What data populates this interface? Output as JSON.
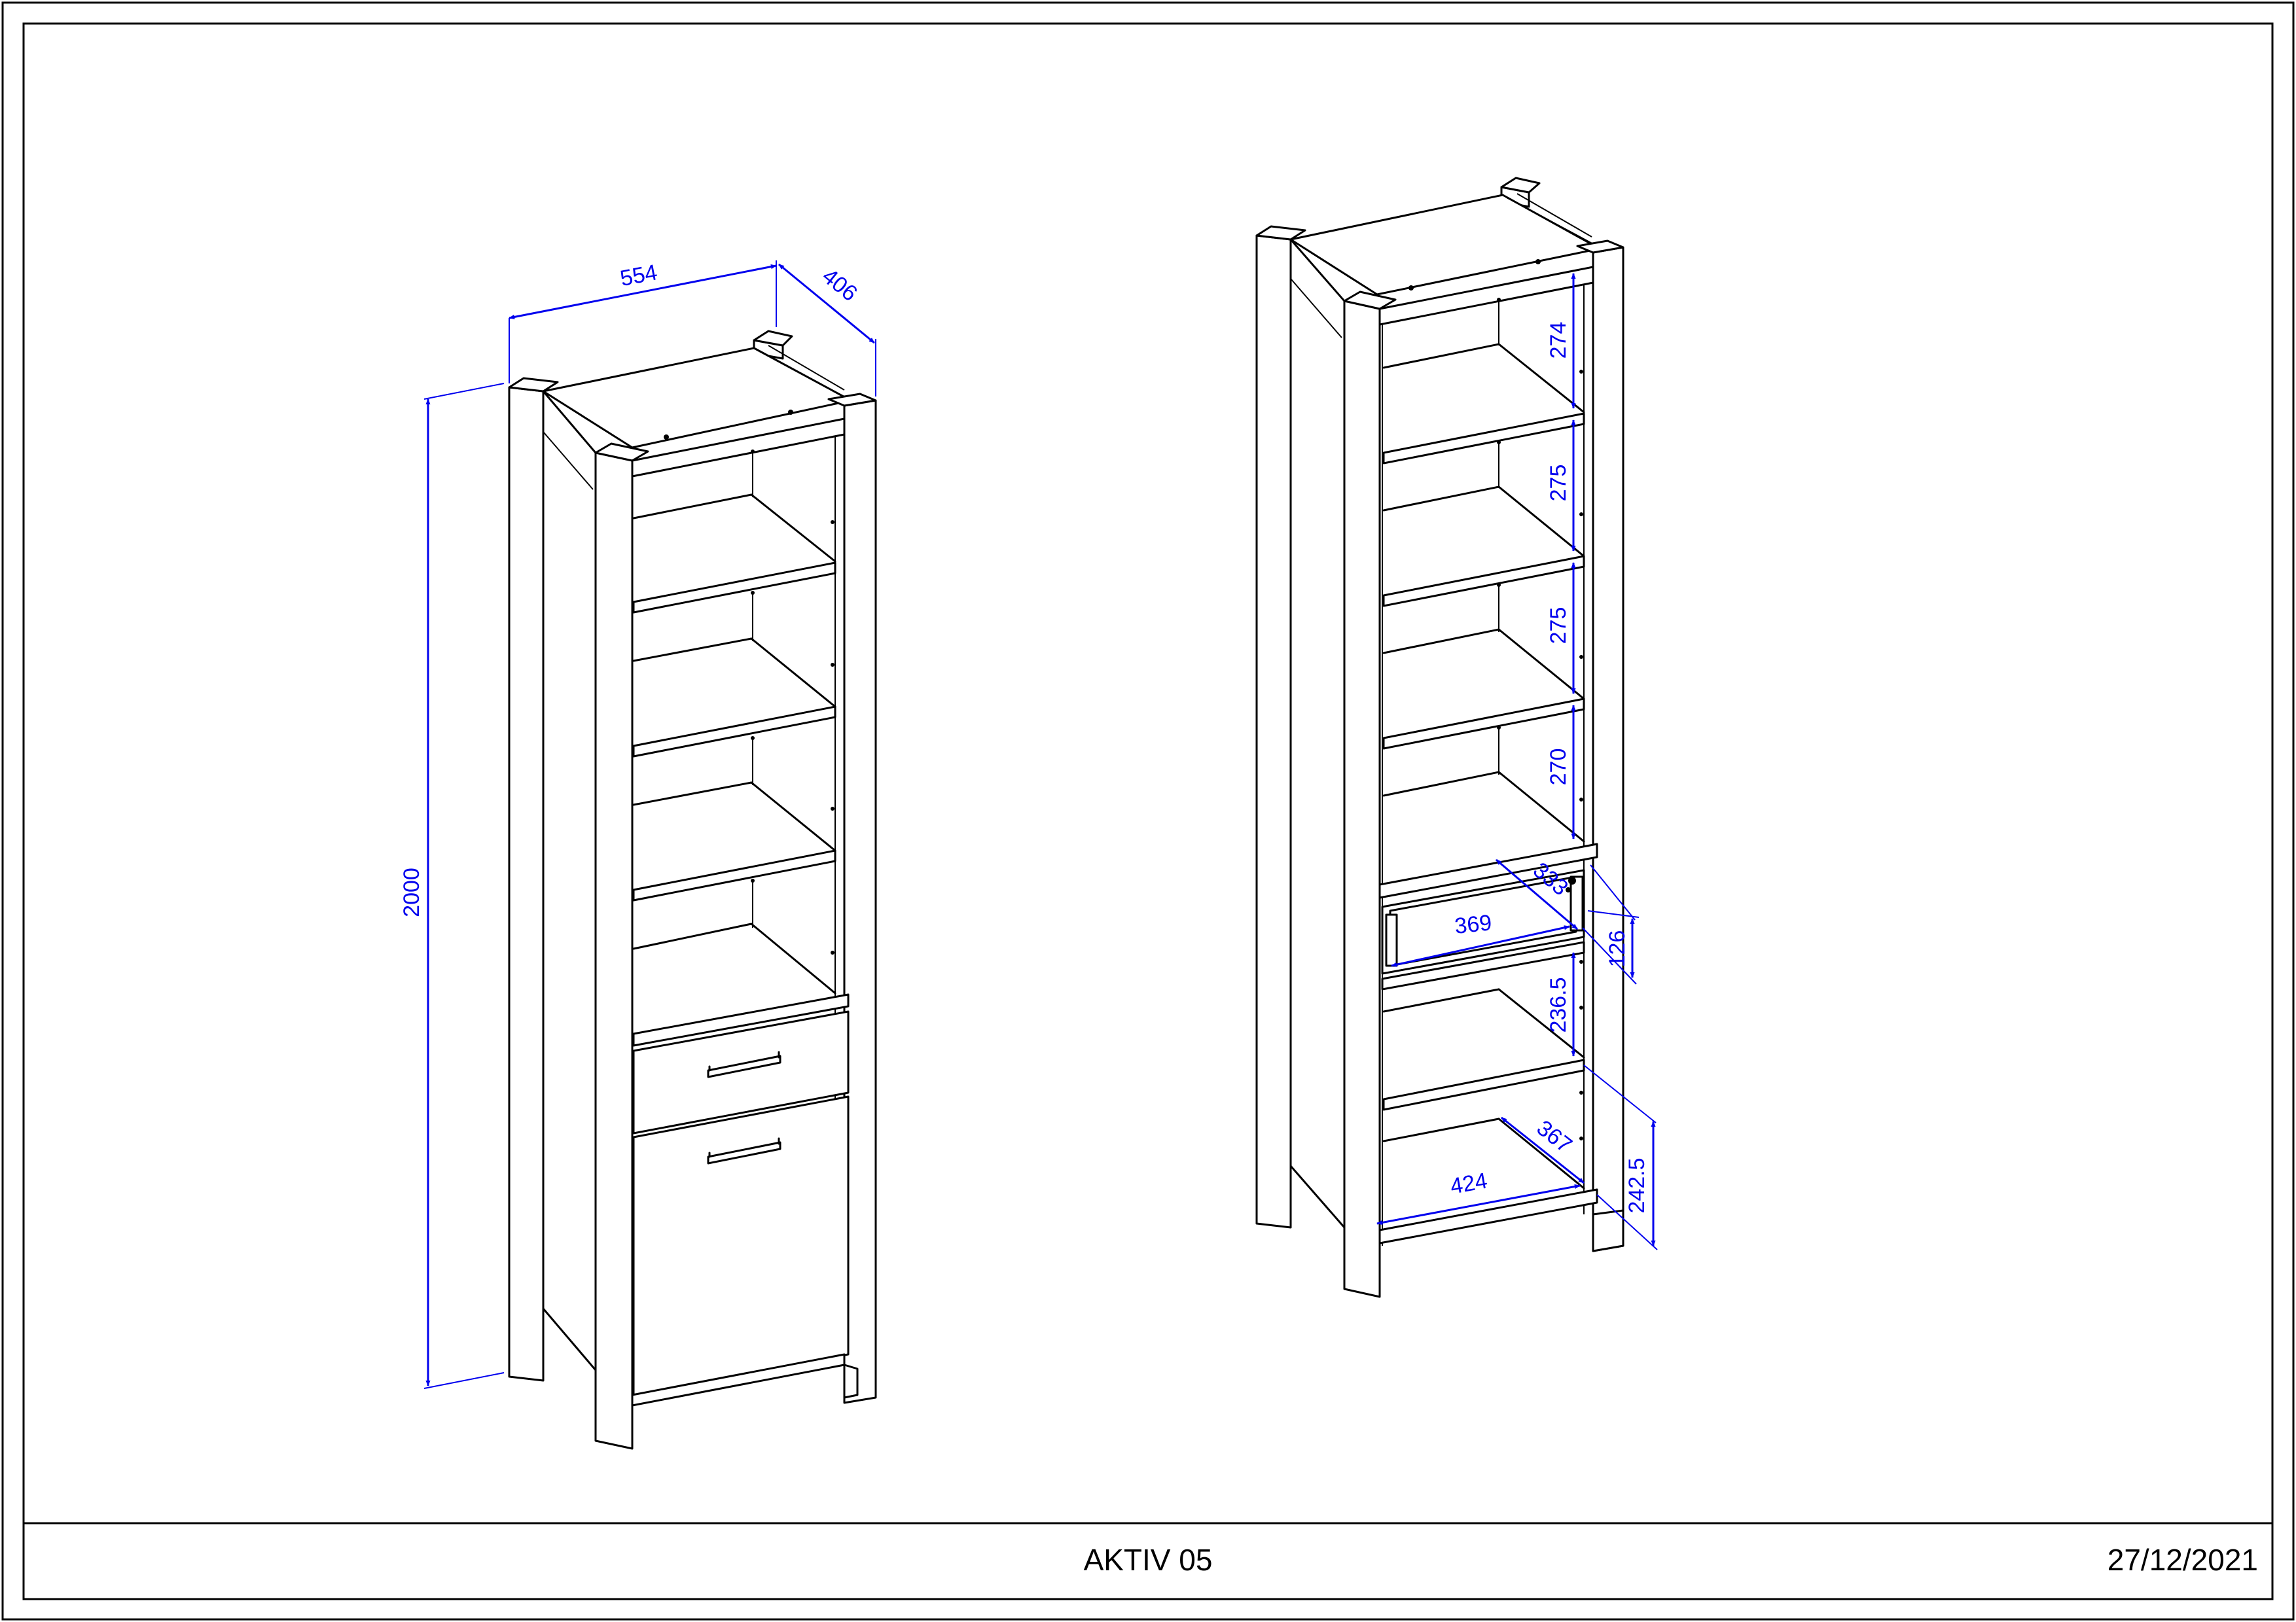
{
  "title_block": {
    "name": "AKTIV 05",
    "date": "27/12/2021"
  },
  "left_view": {
    "dimensions": {
      "width": "554",
      "depth": "406",
      "height": "2000"
    }
  },
  "right_view": {
    "dimensions": {
      "shelf_1": "274",
      "shelf_2": "275",
      "shelf_3": "275",
      "shelf_4": "270",
      "drawer_depth": "333",
      "drawer_width": "369",
      "drawer_height": "126",
      "lower_compartment": "236.5",
      "bottom_depth": "367",
      "bottom_width": "424",
      "bottom_height": "242.5"
    }
  },
  "colors": {
    "dimension": "#0000ee",
    "line": "#000000"
  }
}
